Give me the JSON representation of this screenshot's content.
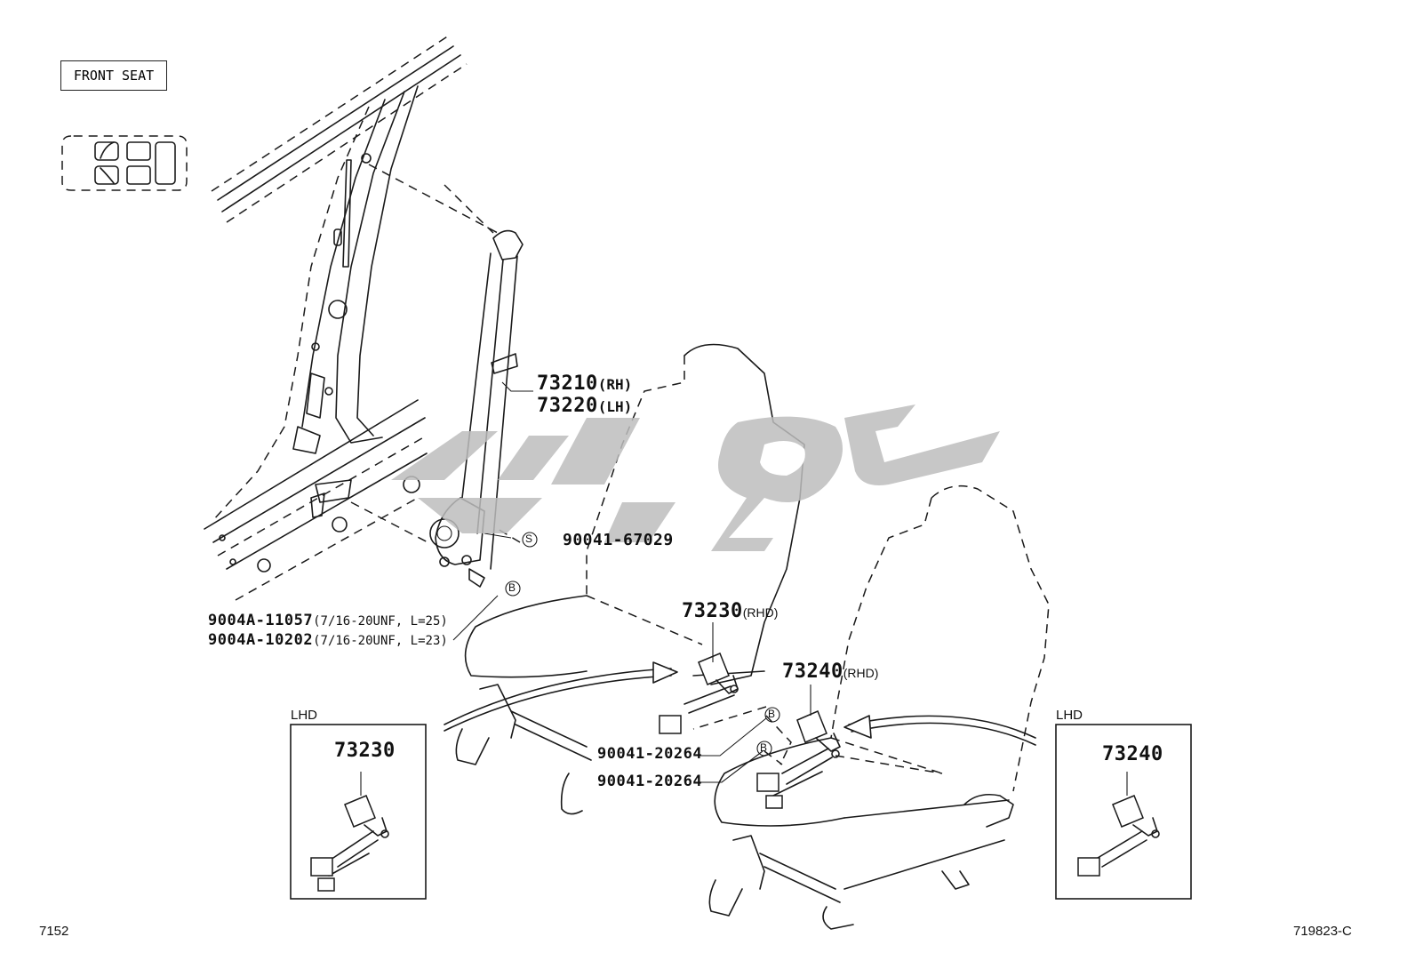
{
  "header": {
    "title": "FRONT SEAT"
  },
  "labels": {
    "belt_rh": {
      "number": "73210",
      "suffix": "(RH)"
    },
    "belt_lh": {
      "number": "73220",
      "suffix": "(LH)"
    },
    "bolt_s": {
      "marker": "S",
      "number": "90041-67029"
    },
    "bolt_b_marker": "B",
    "bolt_1": {
      "number": "9004A-11057",
      "spec": "(7/16-20UNF, L=25)"
    },
    "bolt_2": {
      "number": "9004A-10202",
      "spec": "(7/16-20UNF, L=23)"
    },
    "buckle_rhd_left": {
      "number": "73230",
      "suffix": "(RHD)"
    },
    "buckle_rhd_right": {
      "number": "73240",
      "suffix": "(RHD)"
    },
    "bolt_3": {
      "number": "90041-20264"
    },
    "bolt_4": {
      "number": "90041-20264"
    }
  },
  "insets": {
    "left": {
      "title": "LHD",
      "part": "73230"
    },
    "right": {
      "title": "LHD",
      "part": "73240"
    }
  },
  "footer": {
    "left_code": "7152",
    "right_code": "719823-C"
  },
  "icons": [
    "seat-layout-icon",
    "watermark-logo"
  ]
}
